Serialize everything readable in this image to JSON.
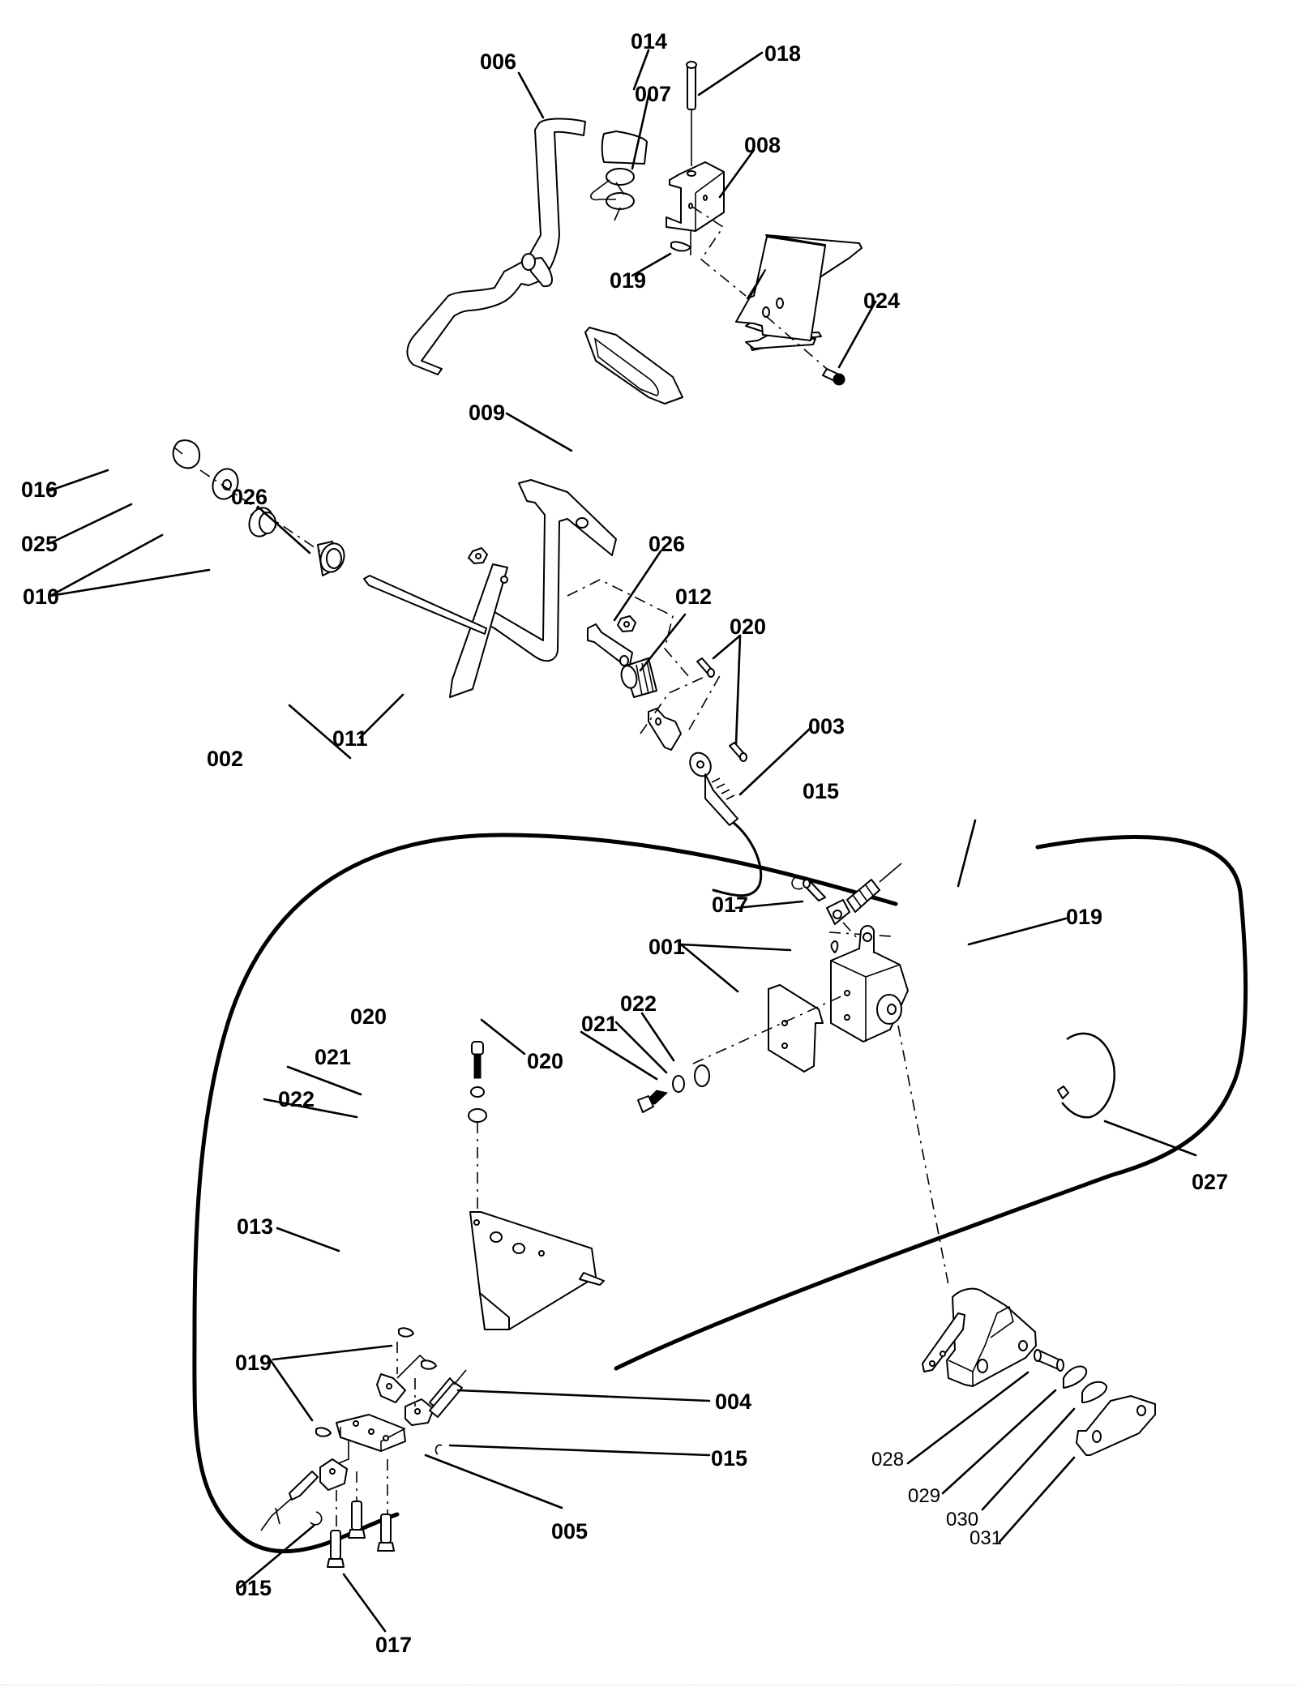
{
  "diagram": {
    "type": "exploded-parts-diagram",
    "subject": "Pedal, cable and linkage assembly",
    "callouts": {
      "p006": "006",
      "p014": "014",
      "p007": "007",
      "p018": "018",
      "p008": "008",
      "p019_top": "019",
      "p024": "024",
      "p009": "009",
      "p016": "016",
      "p025": "025",
      "p026_left": "026",
      "p026_right": "026",
      "p010": "010",
      "p012": "012",
      "p020_top": "020",
      "p011": "011",
      "p002": "002",
      "p003": "003",
      "p015_top": "015",
      "p017_mid": "017",
      "p019_mid": "019",
      "p001": "001",
      "p022_right": "022",
      "p021_right": "021",
      "p020_right": "020",
      "p020_left": "020",
      "p021_left": "021",
      "p022_left": "022",
      "p027": "027",
      "p013": "013",
      "p019_bottom": "019",
      "p004": "004",
      "p015_right": "015",
      "p005": "005",
      "p015_bottom": "015",
      "p017_bottom": "017",
      "p028": "028",
      "p029": "029",
      "p030": "030",
      "p031": "031"
    },
    "parts_list": [
      "001",
      "002",
      "003",
      "004",
      "005",
      "006",
      "007",
      "008",
      "009",
      "010",
      "011",
      "012",
      "013",
      "014",
      "015",
      "016",
      "017",
      "018",
      "019",
      "020",
      "021",
      "022",
      "024",
      "025",
      "026",
      "027",
      "028",
      "029",
      "030",
      "031"
    ]
  }
}
